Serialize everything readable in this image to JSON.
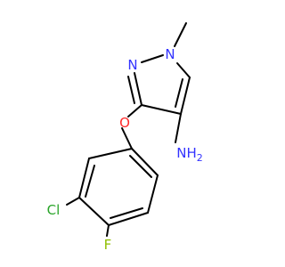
{
  "molecule": {
    "atoms": {
      "n1": {
        "text": "N",
        "color": "#3333ff"
      },
      "n2": {
        "text": "N",
        "color": "#3333ff"
      },
      "o": {
        "text": "O",
        "color": "#ff2a2a"
      },
      "nh2": {
        "text": "NH",
        "sub": "2",
        "color": "#3333ff"
      },
      "cl": {
        "text": "Cl",
        "color": "#2aa52a"
      },
      "f": {
        "text": "F",
        "color": "#8fbe00"
      }
    },
    "bond_color": "#000000"
  }
}
